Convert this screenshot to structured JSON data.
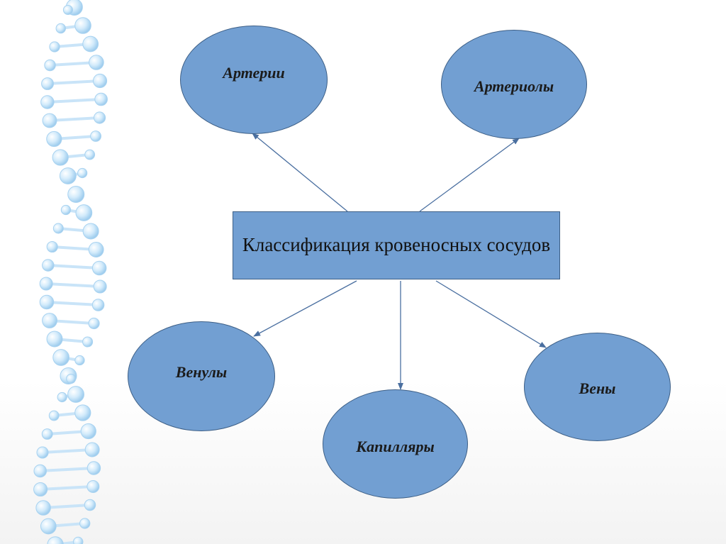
{
  "diagram": {
    "center": {
      "label": "Классификация кровеносных сосудов"
    },
    "nodes": [
      {
        "id": "arterii",
        "label": "Артерии"
      },
      {
        "id": "arterioly",
        "label": "Артериолы"
      },
      {
        "id": "venuly",
        "label": "Венулы"
      },
      {
        "id": "kapillyary",
        "label": "Капилляры"
      },
      {
        "id": "veny",
        "label": "Вены"
      }
    ]
  },
  "colors": {
    "fill": "#729fd2",
    "border": "#3d5f86",
    "arrow": "#4a6fa0",
    "dna": "#bfe0f7"
  },
  "decoration": {
    "icon": "dna-helix-icon"
  }
}
